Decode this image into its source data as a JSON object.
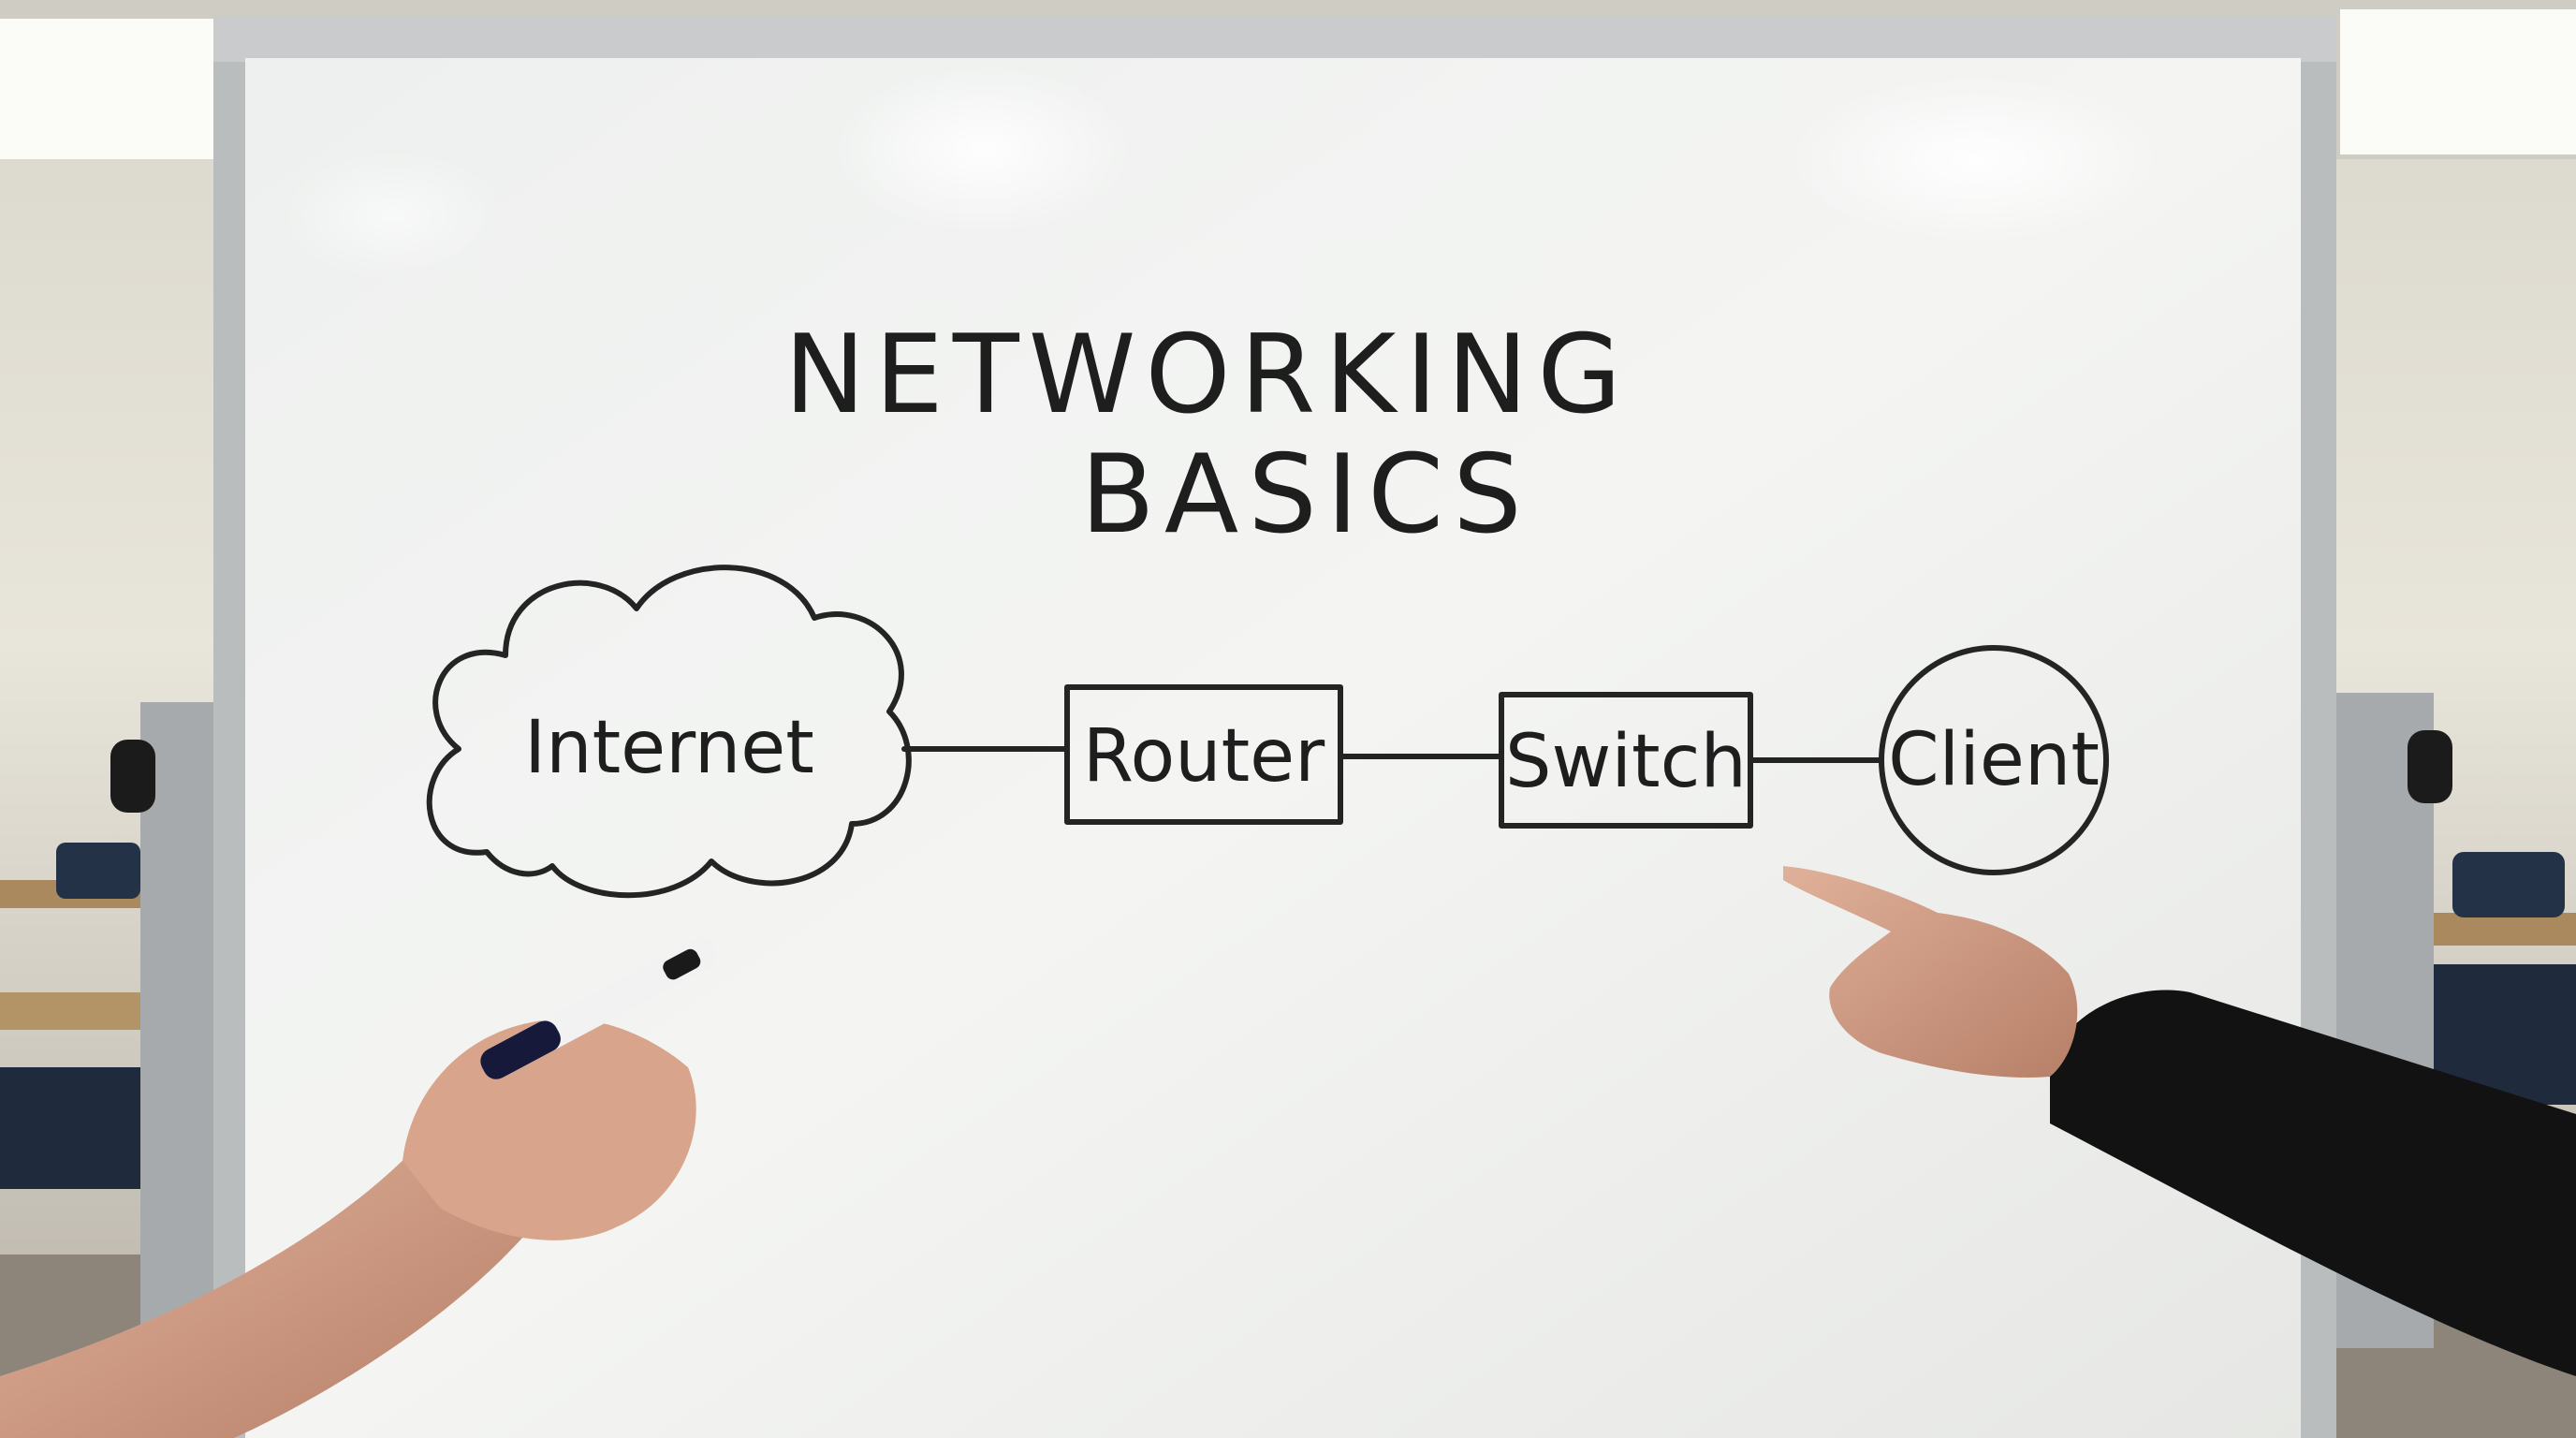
{
  "board": {
    "title_lines": [
      "NETWORKING",
      "BASICS"
    ]
  },
  "diagram": {
    "nodes": [
      {
        "id": "internet",
        "label": "Internet",
        "shape": "cloud"
      },
      {
        "id": "router",
        "label": "Router",
        "shape": "rectangle"
      },
      {
        "id": "switch",
        "label": "Switch",
        "shape": "rectangle"
      },
      {
        "id": "client",
        "label": "Client",
        "shape": "circle"
      }
    ],
    "edges": [
      {
        "from": "internet",
        "to": "router"
      },
      {
        "from": "router",
        "to": "switch"
      },
      {
        "from": "switch",
        "to": "client"
      }
    ]
  },
  "colors": {
    "ink": "#242424",
    "board": "#f1f2f0",
    "frame": "#b9bcbd",
    "wall": "#e9e6dc"
  }
}
